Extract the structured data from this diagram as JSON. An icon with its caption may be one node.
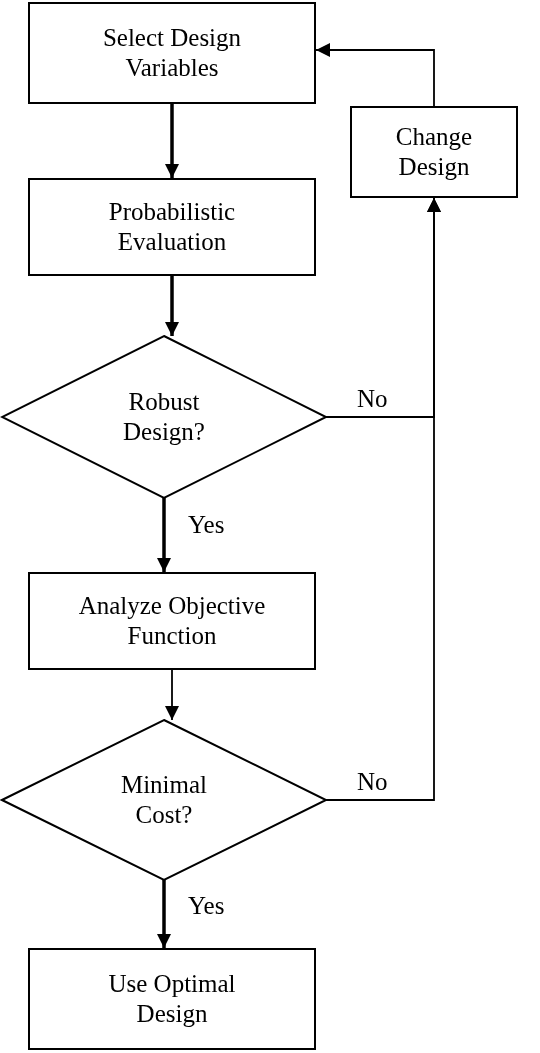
{
  "diagram": {
    "nodes": [
      {
        "text": [
          "Select Design Variables"
        ]
      },
      {
        "text": [
          "Probabilistic Evaluation"
        ]
      },
      {
        "text": [
          "Change Design"
        ]
      },
      {
        "text": [
          "Robust Design?"
        ]
      },
      {
        "text": [
          "Analyze Objective Function"
        ]
      },
      {
        "text": [
          "Minimal Cost?"
        ]
      },
      {
        "text": [
          "Use Optimal Design"
        ]
      }
    ],
    "edges": [
      {
        "from": 0,
        "to": 1,
        "arrow": "to",
        "style": "thick"
      },
      {
        "from": 1,
        "to": 3,
        "arrow": "to",
        "style": "thick"
      },
      {
        "from": 3,
        "to": 4,
        "arrow": "to",
        "label": "Yes",
        "style": "thick"
      },
      {
        "from": 4,
        "to": 5,
        "arrow": "to"
      },
      {
        "from": 5,
        "to": 6,
        "arrow": "to",
        "label": "Yes",
        "style": "thick"
      },
      {
        "from": 3,
        "to": 2,
        "arrow": "to",
        "label": "No"
      },
      {
        "from": 5,
        "to": 2,
        "arrow": "to",
        "label": "No"
      },
      {
        "from": 2,
        "to": 0,
        "arrow": "to"
      }
    ]
  }
}
